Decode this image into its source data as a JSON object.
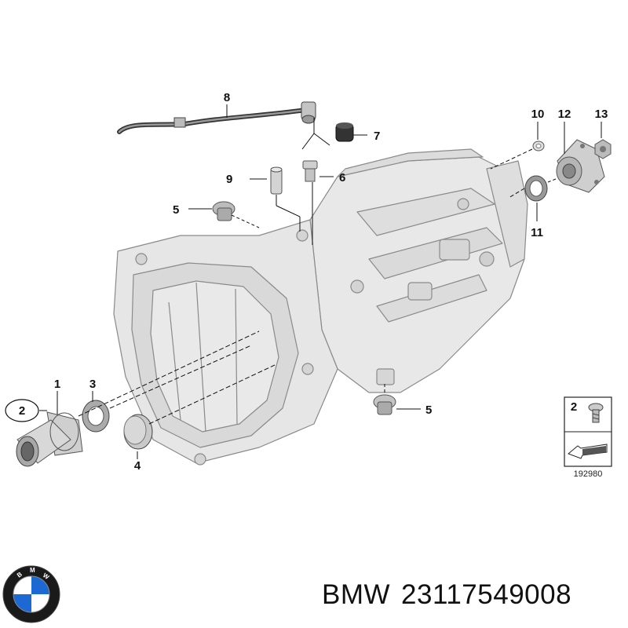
{
  "callouts": [
    {
      "id": "c1",
      "label": "1"
    },
    {
      "id": "c2",
      "label": "2"
    },
    {
      "id": "c3",
      "label": "3"
    },
    {
      "id": "c4",
      "label": "4"
    },
    {
      "id": "c5a",
      "label": "5"
    },
    {
      "id": "c5b",
      "label": "5"
    },
    {
      "id": "c6",
      "label": "6"
    },
    {
      "id": "c7",
      "label": "7"
    },
    {
      "id": "c8",
      "label": "8"
    },
    {
      "id": "c9",
      "label": "9"
    },
    {
      "id": "c10",
      "label": "10"
    },
    {
      "id": "c11",
      "label": "11"
    },
    {
      "id": "c12",
      "label": "12"
    },
    {
      "id": "c13",
      "label": "13"
    }
  ],
  "inset": {
    "part_label": "2",
    "ref_number": "192980"
  },
  "caption": {
    "brand": "BMW",
    "part_number": "23117549008"
  },
  "logo": {
    "icon": "bmw-roundel-icon",
    "colors": {
      "blue": "#1c69d4",
      "ring": "#1a1a1a",
      "white": "#ffffff"
    }
  },
  "colors": {
    "housing": "#e4e4e4",
    "outline": "#8a8a8a",
    "dark": "#333333"
  }
}
